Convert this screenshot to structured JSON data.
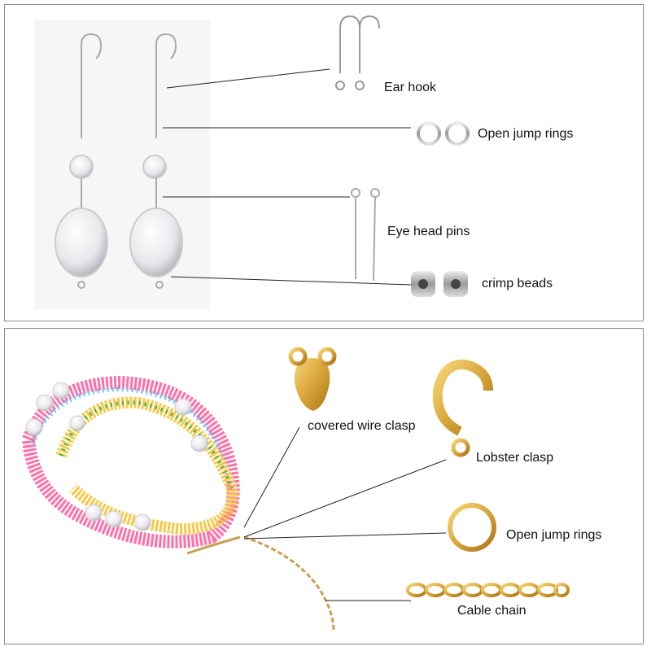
{
  "top_panel": {
    "labels": {
      "ear_hook": "Ear hook",
      "open_jump_rings": "Open jump rings",
      "eye_head_pins": "Eye head pins",
      "crimp_beads": "crimp beads"
    }
  },
  "bottom_panel": {
    "labels": {
      "covered_wire_clasp": "covered wire clasp",
      "lobster_clasp": "Lobster clasp",
      "open_jump_rings": "Open jump rings",
      "cable_chain": "Cable chain"
    }
  },
  "colors": {
    "border": "#8a8a8a",
    "silver": "#b8b8b8",
    "gold": "#d9a63a",
    "leader_line": "#222222"
  }
}
